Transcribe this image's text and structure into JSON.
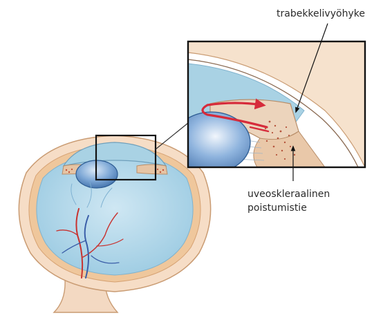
{
  "labels": {
    "trabecular": "trabekkelivyöhyke",
    "uveoscleral_line1": "uveoskleraalinen",
    "uveoscleral_line2": "poistumistie"
  },
  "colors": {
    "sclera": "#f6ddc6",
    "sclera_stroke": "#c99b72",
    "chamber": "#a9d2e4",
    "vitreous": "#b4d9ea",
    "lens": "#5a8fc7",
    "iris": "#e9c8a9",
    "flow_arrow": "#d62b3b",
    "vessel_red": "#c8322f",
    "vessel_blue": "#3a5ea8",
    "outline": "#222222"
  }
}
